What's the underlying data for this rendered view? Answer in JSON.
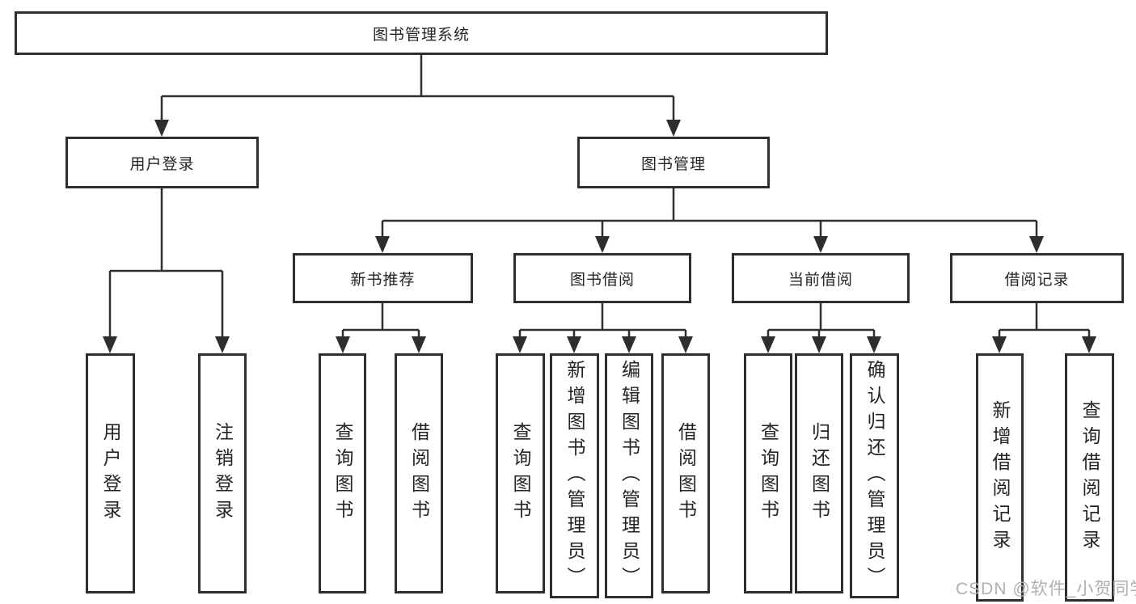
{
  "diagram": {
    "title": "图书管理系统",
    "line_color": "#2e2e2e",
    "root": {
      "label": "图书管理系统"
    },
    "level2": [
      {
        "label": "用户登录"
      },
      {
        "label": "图书管理"
      }
    ],
    "level3": [
      {
        "label": "新书推荐",
        "parent": "图书管理"
      },
      {
        "label": "图书借阅",
        "parent": "图书管理"
      },
      {
        "label": "当前借阅",
        "parent": "图书管理"
      },
      {
        "label": "借阅记录",
        "parent": "图书管理"
      }
    ],
    "leaves": [
      {
        "label": "用户登录",
        "parent": "用户登录"
      },
      {
        "label": "注销登录",
        "parent": "用户登录"
      },
      {
        "label": "查询图书",
        "parent": "新书推荐"
      },
      {
        "label": "借阅图书",
        "parent": "新书推荐"
      },
      {
        "label": "查询图书",
        "parent": "图书借阅"
      },
      {
        "label": "新增图书（管理员）",
        "parent": "图书借阅"
      },
      {
        "label": "编辑图书（管理员）",
        "parent": "图书借阅"
      },
      {
        "label": "借阅图书",
        "parent": "图书借阅"
      },
      {
        "label": "查询图书",
        "parent": "当前借阅"
      },
      {
        "label": "归还图书",
        "parent": "当前借阅"
      },
      {
        "label": "确认归还（管理员）",
        "parent": "当前借阅"
      },
      {
        "label": "新增借阅记录",
        "parent": "借阅记录"
      },
      {
        "label": "查询借阅记录",
        "parent": "借阅记录"
      }
    ]
  },
  "watermark": {
    "text": "CSDN @软件_小贺同学",
    "color": "#b0b0b0"
  }
}
